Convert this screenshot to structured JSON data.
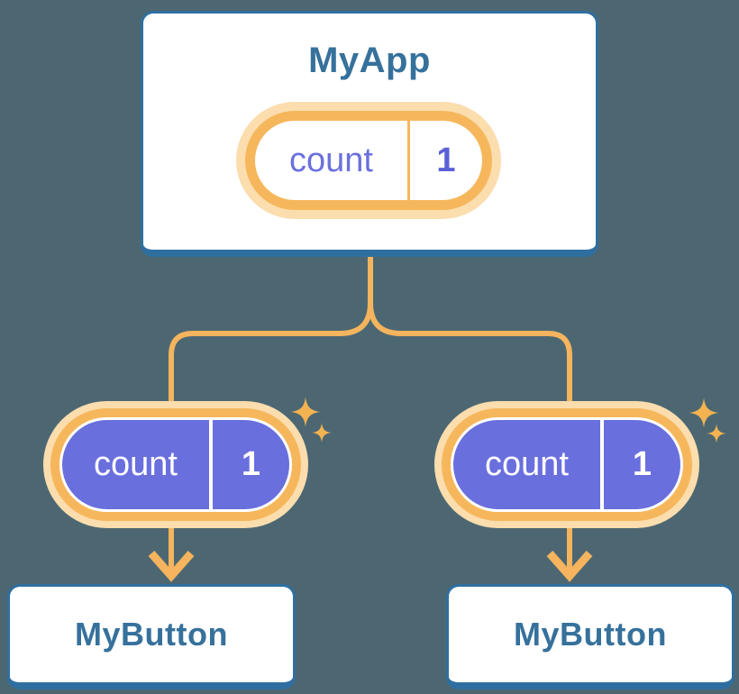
{
  "colors": {
    "background": "#4D6772",
    "card_border": "#2F6FA0",
    "card_text": "#36719C",
    "connector_orange": "#F5B45D",
    "pill_ring_orange": "#F6B75C",
    "pill_glow": "#FBDDAE",
    "pill_purple_fill": "#6A6FDE",
    "pill_purple_text": "#6B70DC",
    "sparkle": "#F4B351"
  },
  "diagram": {
    "root": {
      "title": "MyApp",
      "state": {
        "label": "count",
        "value": "1"
      }
    },
    "children": [
      {
        "title": "MyButton",
        "prop": {
          "label": "count",
          "value": "1"
        }
      },
      {
        "title": "MyButton",
        "prop": {
          "label": "count",
          "value": "1"
        }
      }
    ]
  }
}
